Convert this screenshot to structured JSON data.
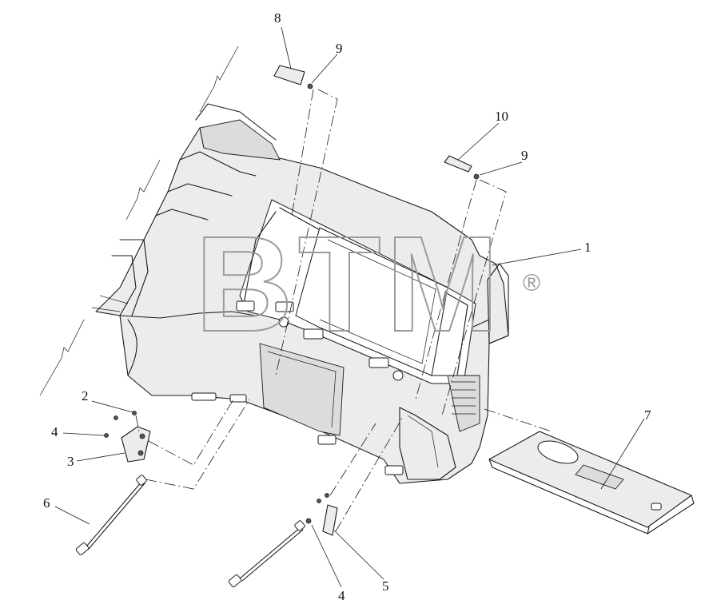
{
  "diagram": {
    "watermark": {
      "text": "BTM",
      "mark": "®"
    },
    "callouts": [
      {
        "id": "c8",
        "label": "8"
      },
      {
        "id": "c9a",
        "label": "9"
      },
      {
        "id": "c10",
        "label": "10"
      },
      {
        "id": "c9b",
        "label": "9"
      },
      {
        "id": "c1",
        "label": "1"
      },
      {
        "id": "c2",
        "label": "2"
      },
      {
        "id": "c4a",
        "label": "4"
      },
      {
        "id": "c3",
        "label": "3"
      },
      {
        "id": "c6",
        "label": "6"
      },
      {
        "id": "c7",
        "label": "7"
      },
      {
        "id": "c4b",
        "label": "4"
      },
      {
        "id": "c5",
        "label": "5"
      }
    ]
  }
}
